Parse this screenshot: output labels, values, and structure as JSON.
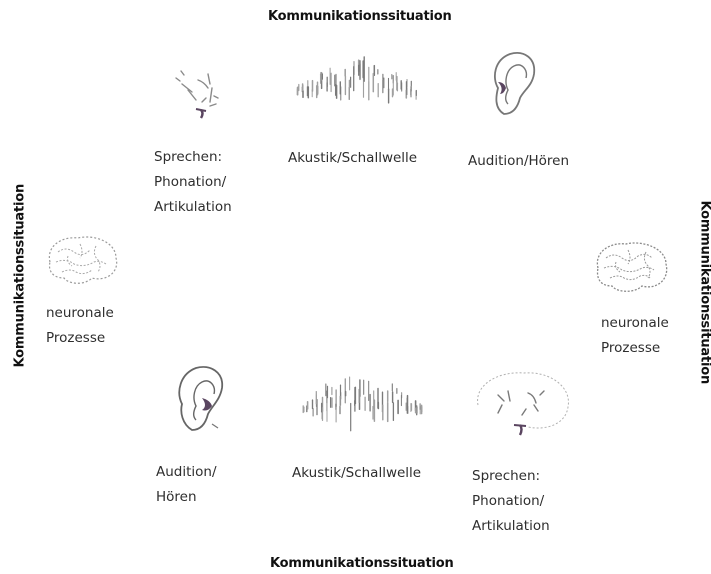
{
  "situation": {
    "top": "Kommunikationssituation",
    "bottom": "Kommunikationssituation",
    "left": "Kommunikationssituation",
    "right": "Kommunikationssituation"
  },
  "top_row": {
    "speech": [
      "Sprechen:",
      "Phonation/",
      "Artikulation"
    ],
    "acoustic": "Akustik/Schallwelle",
    "audition": "Audition/Hören"
  },
  "left": {
    "neural": [
      "neuronale",
      "Prozesse"
    ]
  },
  "right": {
    "neural": [
      "neuronale",
      "Prozesse"
    ]
  },
  "bottom_row": {
    "audition": [
      "Audition/",
      "Hören"
    ],
    "acoustic": "Akustik/Schallwelle",
    "speech": [
      "Sprechen:",
      "Phonation/",
      "Artikulation"
    ]
  },
  "colors": {
    "ink": "#2e2e2e",
    "accent": "#5a4560",
    "sketch": "#9a9a9a"
  },
  "icons": [
    "mouth-sketch-icon",
    "sound-wave-icon",
    "ear-icon",
    "brain-icon"
  ]
}
